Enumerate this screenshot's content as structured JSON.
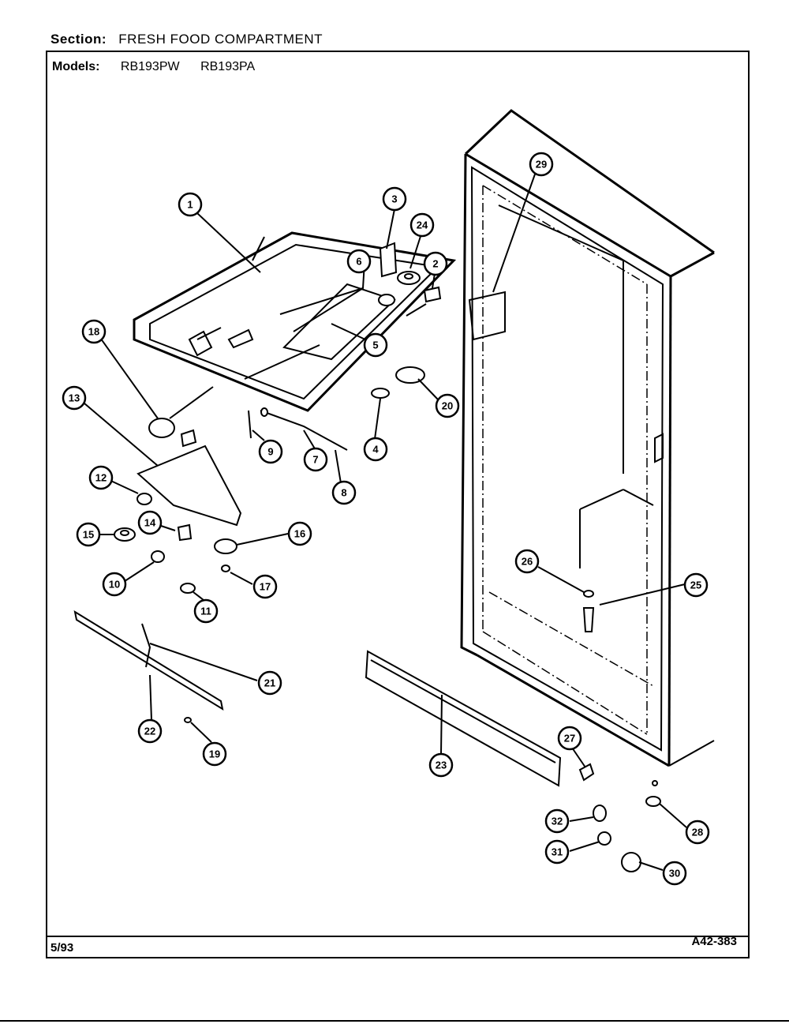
{
  "header": {
    "section_label": "Section:",
    "section_value": "FRESH FOOD COMPARTMENT",
    "models_label": "Models:",
    "models": [
      "RB193PW",
      "RB193PA"
    ]
  },
  "footer": {
    "date": "5/93",
    "code": "A42-383"
  },
  "callouts": [
    "1",
    "2",
    "3",
    "4",
    "5",
    "6",
    "7",
    "8",
    "9",
    "10",
    "11",
    "12",
    "13",
    "14",
    "15",
    "16",
    "17",
    "18",
    "19",
    "20",
    "21",
    "22",
    "23",
    "24",
    "25",
    "26",
    "27",
    "28",
    "29",
    "30",
    "31",
    "32"
  ]
}
